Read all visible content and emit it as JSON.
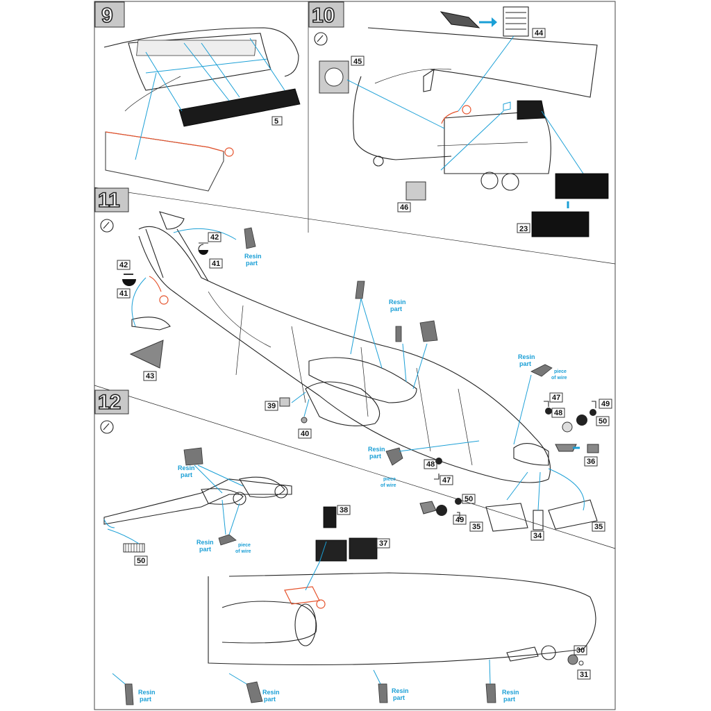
{
  "steps": [
    {
      "number": "9"
    },
    {
      "number": "10"
    },
    {
      "number": "11"
    },
    {
      "number": "12"
    }
  ],
  "parts": {
    "p5": "5",
    "p23": "23",
    "p30": "30",
    "p31": "31",
    "p34": "34",
    "p35a": "35",
    "p35b": "35",
    "p36": "36",
    "p37": "37",
    "p38": "38",
    "p39": "39",
    "p40": "40",
    "p41a": "41",
    "p41b": "41",
    "p42a": "42",
    "p42b": "42",
    "p43": "43",
    "p44": "44",
    "p45": "45",
    "p46": "46",
    "p47a": "47",
    "p47b": "47",
    "p48a": "48",
    "p48b": "48",
    "p49a": "49",
    "p49b": "49",
    "p50a": "50",
    "p50b": "50",
    "p50c": "50"
  },
  "labels": {
    "resin_part_line1": "Resin",
    "resin_part_line2": "part",
    "piece_of_wire_line1": "piece",
    "piece_of_wire_line2": "of wire"
  },
  "colors": {
    "callout_blue": "#1a9fd6",
    "modify_red": "#e5512a"
  }
}
